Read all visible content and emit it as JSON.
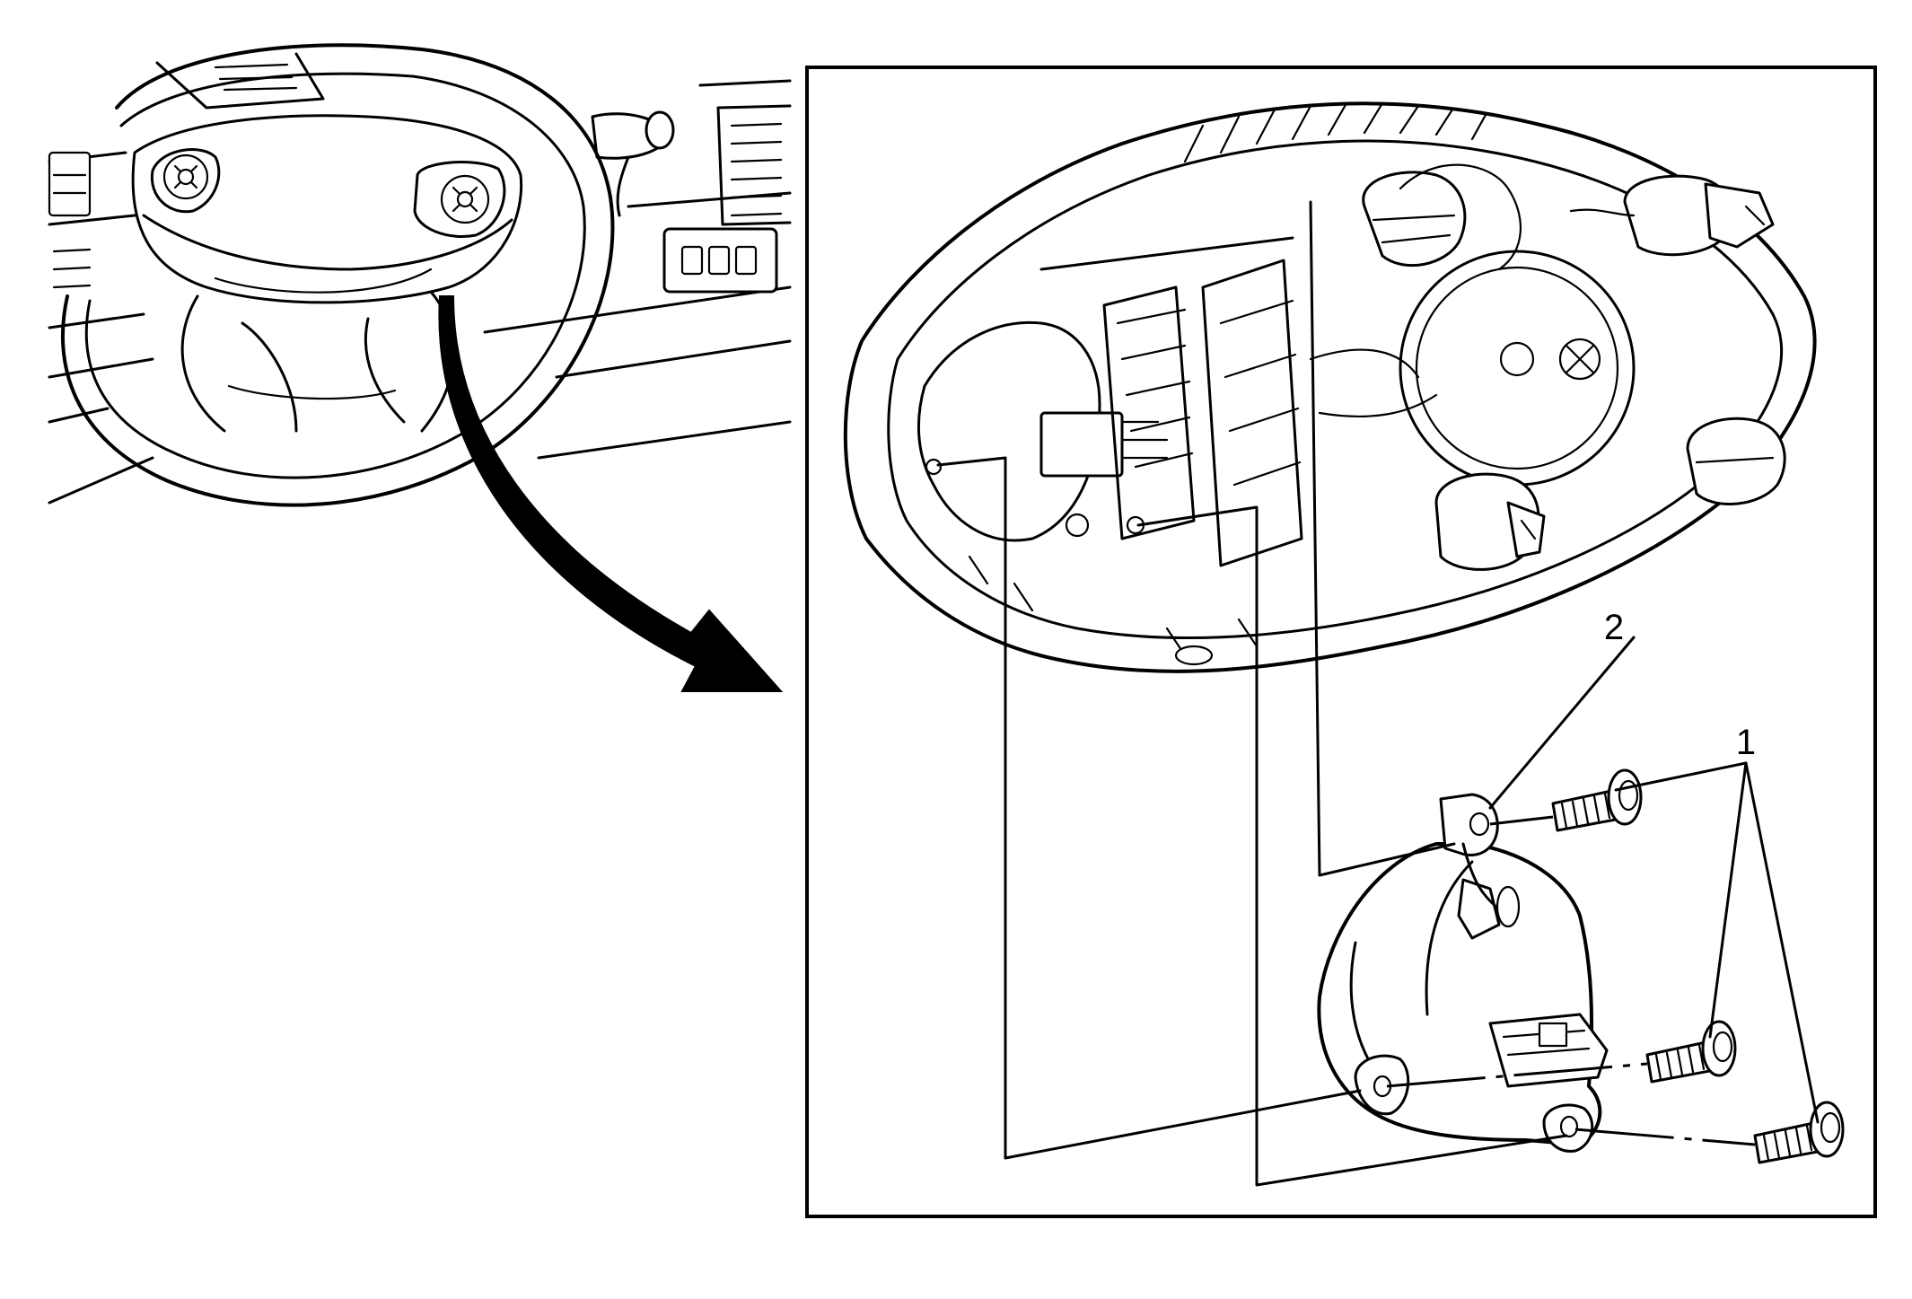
{
  "callouts": [
    {
      "id": "1",
      "label": "1"
    },
    {
      "id": "2",
      "label": "2"
    }
  ],
  "colors": {
    "ink": "#000000",
    "paper": "#ffffff"
  },
  "icons": [
    "steering-wheel-overview",
    "view-arrow",
    "airbag-module-rear",
    "control-switch-assembly",
    "screw"
  ]
}
